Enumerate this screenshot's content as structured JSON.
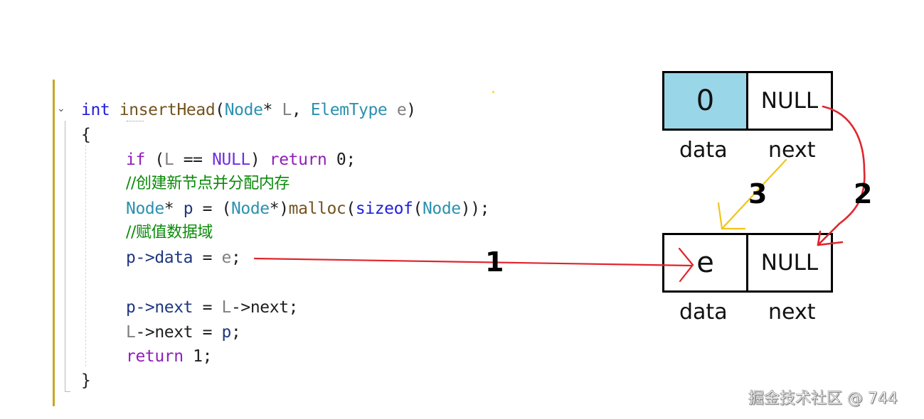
{
  "code": {
    "signature": {
      "ret_type": "int",
      "name": "insertHead",
      "open": "(",
      "p1_type": "Node",
      "p1_star": "*",
      "p1_name": "L",
      "comma": ",",
      "p2_type": "ElemType",
      "p2_name": "e",
      "close": ")"
    },
    "open_brace": "{",
    "close_brace": "}",
    "line_if": {
      "kw_if": "if",
      "open": "(",
      "var": "L",
      "op": "==",
      "null": "NULL",
      "close": ")",
      "kw_return": "return",
      "val": "0",
      "semi": ";"
    },
    "comment1": "//创建新节点并分配内存",
    "line_malloc": {
      "type": "Node",
      "star": "*",
      "var": "p",
      "eq": "=",
      "cast_open": "(",
      "cast_type": "Node",
      "cast_star": "*)",
      "func": "malloc",
      "paren": "(",
      "sizeof": "sizeof",
      "paren2": "(",
      "arg": "Node",
      "end": "));"
    },
    "comment2": "//赋值数据域",
    "line_data": {
      "lhs": "p->data",
      "eq": "=",
      "rhs": "e",
      "semi": ";"
    },
    "line_next": {
      "lhs": "p->next",
      "eq": "=",
      "rhs_var": "L",
      "rhs_field": "->next;"
    },
    "line_link": {
      "lhs_var": "L",
      "lhs_field": "->next",
      "eq": "=",
      "rhs": "p",
      "semi": ";"
    },
    "line_ret": {
      "kw": "return",
      "val": "1",
      "semi": ";"
    },
    "fold_icon": "⌄"
  },
  "diagram": {
    "head_node": {
      "data": "0",
      "next": "NULL",
      "data_color": "#99d6e8"
    },
    "new_node": {
      "data": "e",
      "next": "NULL"
    },
    "labels": {
      "data": "data",
      "next": "next"
    },
    "steps": [
      "1",
      "2",
      "3"
    ],
    "colors": {
      "arrow_red": "#e0252c",
      "arrow_yellow": "#f2c418"
    }
  },
  "watermark": "掘金技术社区 @ 744"
}
